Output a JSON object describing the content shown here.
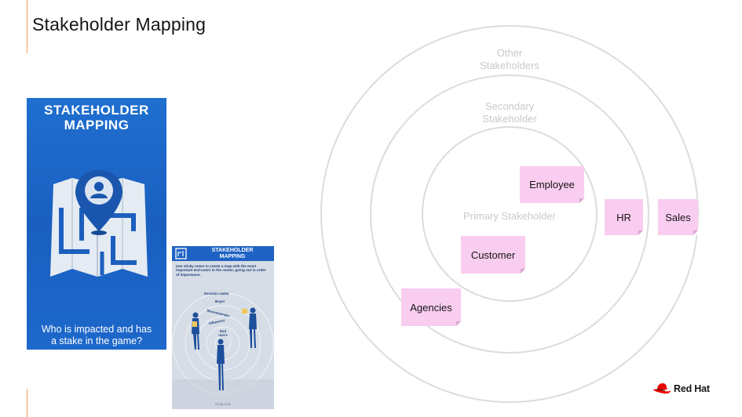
{
  "slide": {
    "title": "Stakeholder Mapping"
  },
  "card_big": {
    "title_line1": "STAKEHOLDER",
    "title_line2": "MAPPING",
    "caption_line1": "Who is impacted and has",
    "caption_line2": "a stake in the game?"
  },
  "card_small": {
    "title_line1": "STAKEHOLDER",
    "title_line2": "MAPPING",
    "instructions": "Use sticky notes to create a map with the most important end-users in the center, going out in order of importance.",
    "rings": [
      "Decision maker",
      "Buyer",
      "Recommender",
      "Influencer",
      "End users"
    ],
    "footer": "cloop.com"
  },
  "diagram": {
    "rings": [
      {
        "line1": "Other",
        "line2": "Stakeholders"
      },
      {
        "line1": "Secondary",
        "line2": "Stakeholder"
      },
      {
        "line1": "Primary Stakeholder",
        "line2": ""
      }
    ],
    "stickies": {
      "employee": "Employee",
      "hr": "HR",
      "sales": "Sales",
      "customer": "Customer",
      "agencies": "Agencies"
    },
    "colors": {
      "ring": "#dcdcdc",
      "sticky": "#f9cdef",
      "label": "#c9c9c9"
    }
  },
  "brand": {
    "name": "Red Hat",
    "icon": "red-hat-fedora-icon",
    "color": "#ee0000"
  }
}
